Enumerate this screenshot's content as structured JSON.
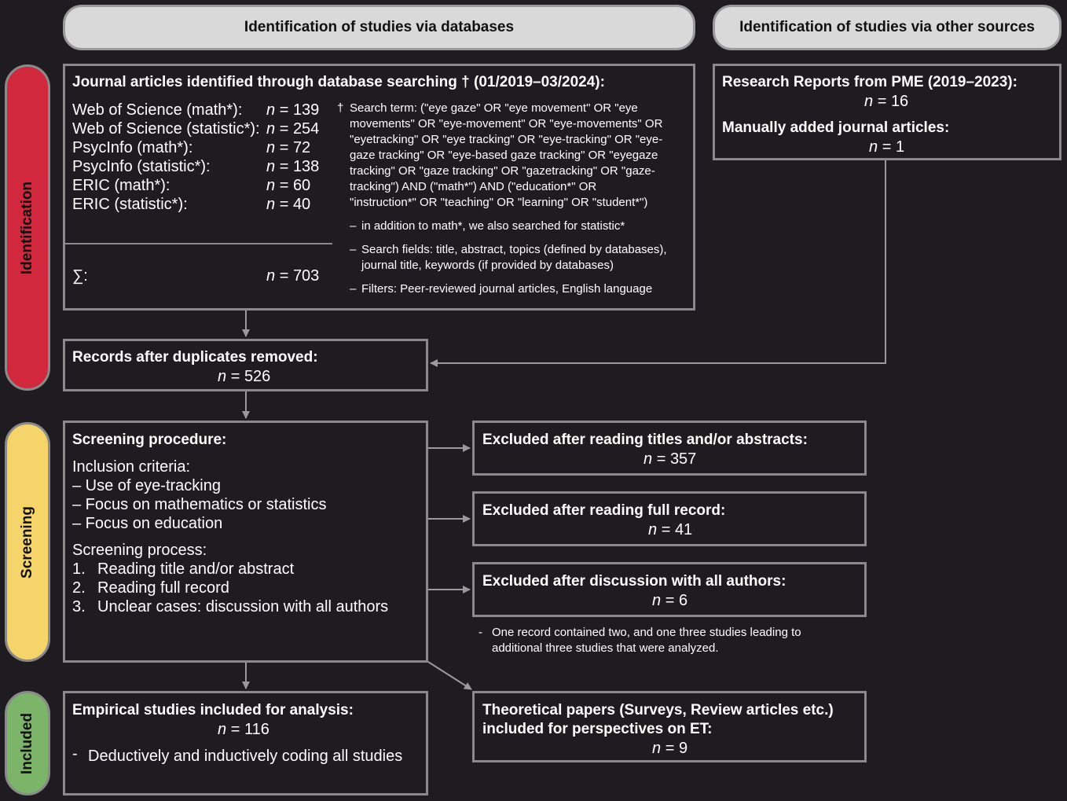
{
  "headers": {
    "databases": "Identification of studies via databases",
    "other": "Identification of studies via other sources"
  },
  "phases": {
    "identification": {
      "label": "Identification",
      "color": "#d1283e"
    },
    "screening": {
      "label": "Screening",
      "color": "#f5d46a"
    },
    "included": {
      "label": "Included",
      "color": "#7cb46a"
    }
  },
  "db_box": {
    "title": "Journal articles identified through database searching † (01/2019–03/2024):",
    "rows": [
      {
        "label": "Web of Science (math*):",
        "n": "139"
      },
      {
        "label": "Web of Science (statistic*):",
        "n": "254"
      },
      {
        "label": "PsycInfo (math*):",
        "n": "72"
      },
      {
        "label": "PsycInfo (statistic*):",
        "n": "138"
      },
      {
        "label": "ERIC (math*):",
        "n": "60"
      },
      {
        "label": "ERIC (statistic*):",
        "n": "40"
      }
    ],
    "sum_label": "∑:",
    "sum_n": "703",
    "dagger": "†",
    "search_term_lines": [
      "Search term: (\"eye gaze\" OR \"eye movement\" OR \"eye",
      "movements\" OR \"eye-movement\" OR \"eye-movements\" OR",
      "\"eyetracking\" OR \"eye tracking\" OR \"eye-tracking\" OR \"eye-",
      "gaze tracking\" OR \"eye-based gaze tracking\" OR \"eyegaze",
      "tracking\" OR \"gaze tracking\" OR \"gazetracking\" OR \"gaze-",
      "tracking\") AND (\"math*\") AND (\"education*\" OR",
      "\"instruction*\" OR \"teaching\" OR \"learning\" OR \"student*\")"
    ],
    "dash": "–",
    "note_statistic": "in addition to math*, we also searched for statistic*",
    "note_fields_1": "Search fields: title, abstract, topics (defined by databases),",
    "note_fields_2": "journal title, keywords (if provided by databases)",
    "note_filters": "Filters: Peer-reviewed journal articles, English language"
  },
  "other_box": {
    "pme_title": "Research Reports from PME (2019–2023):",
    "pme_n": "16",
    "manual_title": "Manually added journal articles:",
    "manual_n": "1"
  },
  "dup_box": {
    "title": "Records after duplicates removed:",
    "n": "526"
  },
  "screen_box": {
    "title": "Screening procedure:",
    "criteria_title": "Inclusion criteria:",
    "criteria": [
      "– Use of eye-tracking",
      "– Focus on mathematics or statistics",
      "– Focus on education"
    ],
    "process_title": "Screening process:",
    "process": [
      {
        "num": "1.",
        "text": "Reading title and/or abstract"
      },
      {
        "num": "2.",
        "text": "Reading full record"
      },
      {
        "num": "3.",
        "text": "Unclear cases: discussion with all authors"
      }
    ]
  },
  "excl1": {
    "title": "Excluded after reading titles and/or abstracts:",
    "n": "357"
  },
  "excl2": {
    "title": "Excluded after reading full record:",
    "n": "41"
  },
  "excl3": {
    "title": "Excluded after discussion with all authors:",
    "n": "6"
  },
  "excl_note": {
    "dash": "-",
    "line1": "One record contained two, and one three studies leading to",
    "line2": "additional three studies that were analyzed."
  },
  "included_box": {
    "title": "Empirical studies included for analysis:",
    "n": "116",
    "dash": "-",
    "note": "Deductively and inductively coding all studies"
  },
  "theory_box": {
    "line1": "Theoretical papers (Surveys, Review articles etc.)",
    "line2": "included for perspectives on ET:",
    "n": "9"
  },
  "n_label": "n",
  "eq": "="
}
